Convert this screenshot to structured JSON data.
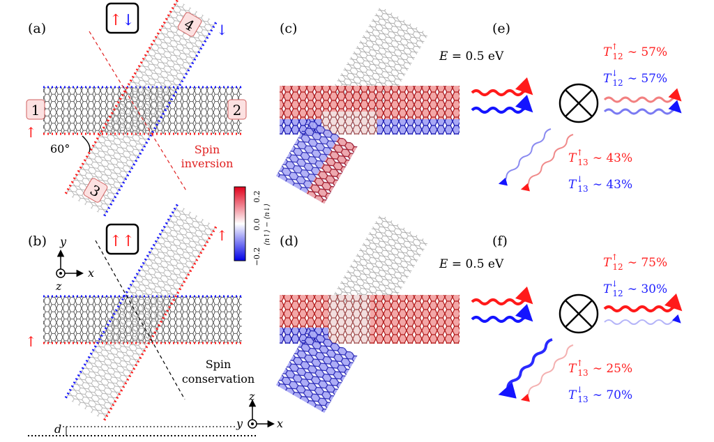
{
  "panel_labels": {
    "a": "(a)",
    "b": "(b)",
    "c": "(c)",
    "d": "(d)",
    "e": "(e)",
    "f": "(f)"
  },
  "lead_labels": {
    "l1": "1",
    "l2": "2",
    "l3": "3",
    "l4": "4"
  },
  "config_boxes": {
    "a": {
      "first": "↑",
      "second": "↓"
    },
    "b": {
      "first": "↑",
      "second": "↑"
    }
  },
  "angle": "60°",
  "spin_inversion": {
    "line1": "Spin",
    "line2": "inversion"
  },
  "spin_conservation": {
    "line1": "Spin",
    "line2": "conservation"
  },
  "energy": {
    "c": {
      "symbol": "E",
      "value": " = 0.5 eV"
    },
    "d": {
      "symbol": "E",
      "value": " = 0.5 eV"
    }
  },
  "colorbar": {
    "ticks": [
      "0.2",
      "0.0",
      "−0.2"
    ],
    "label": "⟨n↑⟩ − ⟨n↓⟩",
    "colors": {
      "positive": "#e0001b",
      "zero": "#ffffff",
      "negative": "#0000e6"
    }
  },
  "axes": {
    "x": "x",
    "y": "y",
    "z": "z"
  },
  "gap_label": "d",
  "colors": {
    "spin_up": "#ff1a1a",
    "spin_down": "#1414ff",
    "lattice": "#222222"
  },
  "transmissions": {
    "e": [
      {
        "sym": "T",
        "sup": "↑",
        "sub": "12",
        "val": "∼ 57%",
        "color": "#ff2020"
      },
      {
        "sym": "T",
        "sup": "↓",
        "sub": "12",
        "val": "∼ 57%",
        "color": "#2020ff"
      },
      {
        "sym": "T",
        "sup": "↑",
        "sub": "13",
        "val": "∼ 43%",
        "color": "#ff2020"
      },
      {
        "sym": "T",
        "sup": "↓",
        "sub": "13",
        "val": "∼ 43%",
        "color": "#2020ff"
      }
    ],
    "f": [
      {
        "sym": "T",
        "sup": "↑",
        "sub": "12",
        "val": "∼ 75%",
        "color": "#ff2020"
      },
      {
        "sym": "T",
        "sup": "↓",
        "sub": "12",
        "val": "∼ 30%",
        "color": "#2020ff"
      },
      {
        "sym": "T",
        "sup": "↑",
        "sub": "13",
        "val": "∼ 25%",
        "color": "#ff2020"
      },
      {
        "sym": "T",
        "sup": "↓",
        "sub": "13",
        "val": "∼ 70%",
        "color": "#2020ff"
      }
    ]
  }
}
